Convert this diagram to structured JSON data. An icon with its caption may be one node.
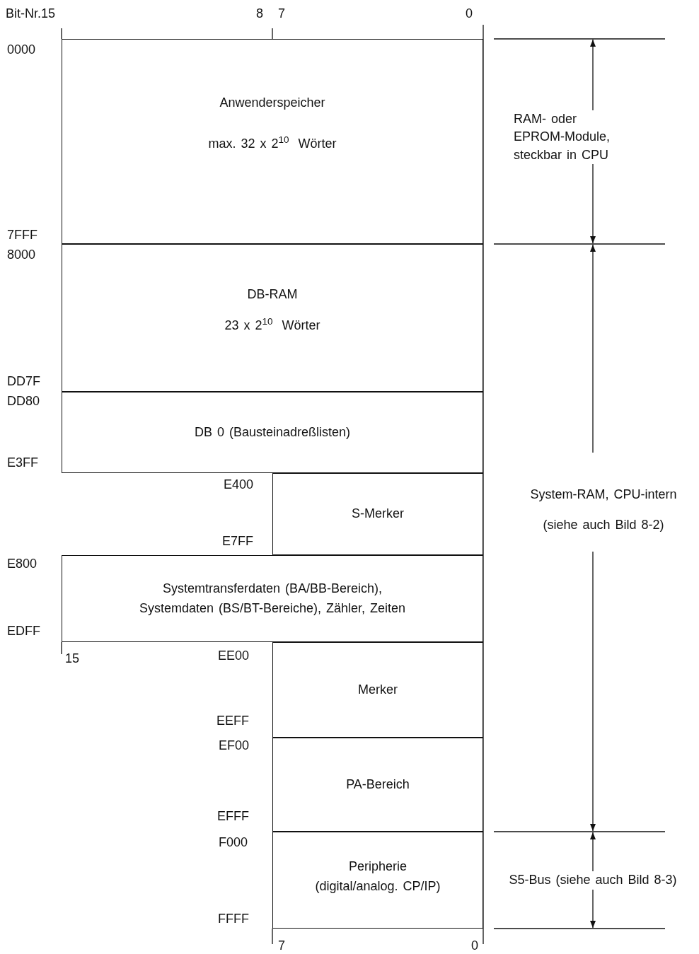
{
  "diagram": {
    "nodes": [
      {
        "text": [
          "Anwenderspeicher",
          "max. 32 x 2$^{10}$ Wörter"
        ]
      },
      {
        "text": [
          "DB-RAM",
          "23 x 2$^{10}$ Wörter"
        ]
      },
      {
        "text": [
          "DB 0 (Bausteinadreßlisten)"
        ]
      },
      {
        "text": [
          "S-Merker"
        ]
      },
      {
        "text": [
          "Systemtransferdaten (BA/BB-Bereich), Systemdaten (BS/BT-Bereiche), Zähler, Zeiten"
        ]
      },
      {
        "text": [
          "Merker"
        ]
      },
      {
        "text": [
          "PA-Bereich"
        ]
      },
      {
        "text": [
          "Peripherie (digital/analog. CP/IP)"
        ]
      }
    ],
    "labels": [
      "Bit-Nr.15",
      "8",
      "7",
      "0",
      "0000",
      "RAM- oder EPROM-Module, steckbar in CPU",
      "7FFF",
      "8000",
      "DD7F",
      "DD80",
      "E3FF",
      "E400",
      "System-RAM, CPU-intern",
      "(siehe auch Bild 8-2)",
      "E7FF",
      "E800",
      "EDFF",
      "15",
      "EE00",
      "EEFF",
      "EF00",
      "EFFF",
      "F000",
      "S5-Bus (siehe auch Bild 8-3)",
      "FFFF",
      "7",
      "0"
    ]
  }
}
